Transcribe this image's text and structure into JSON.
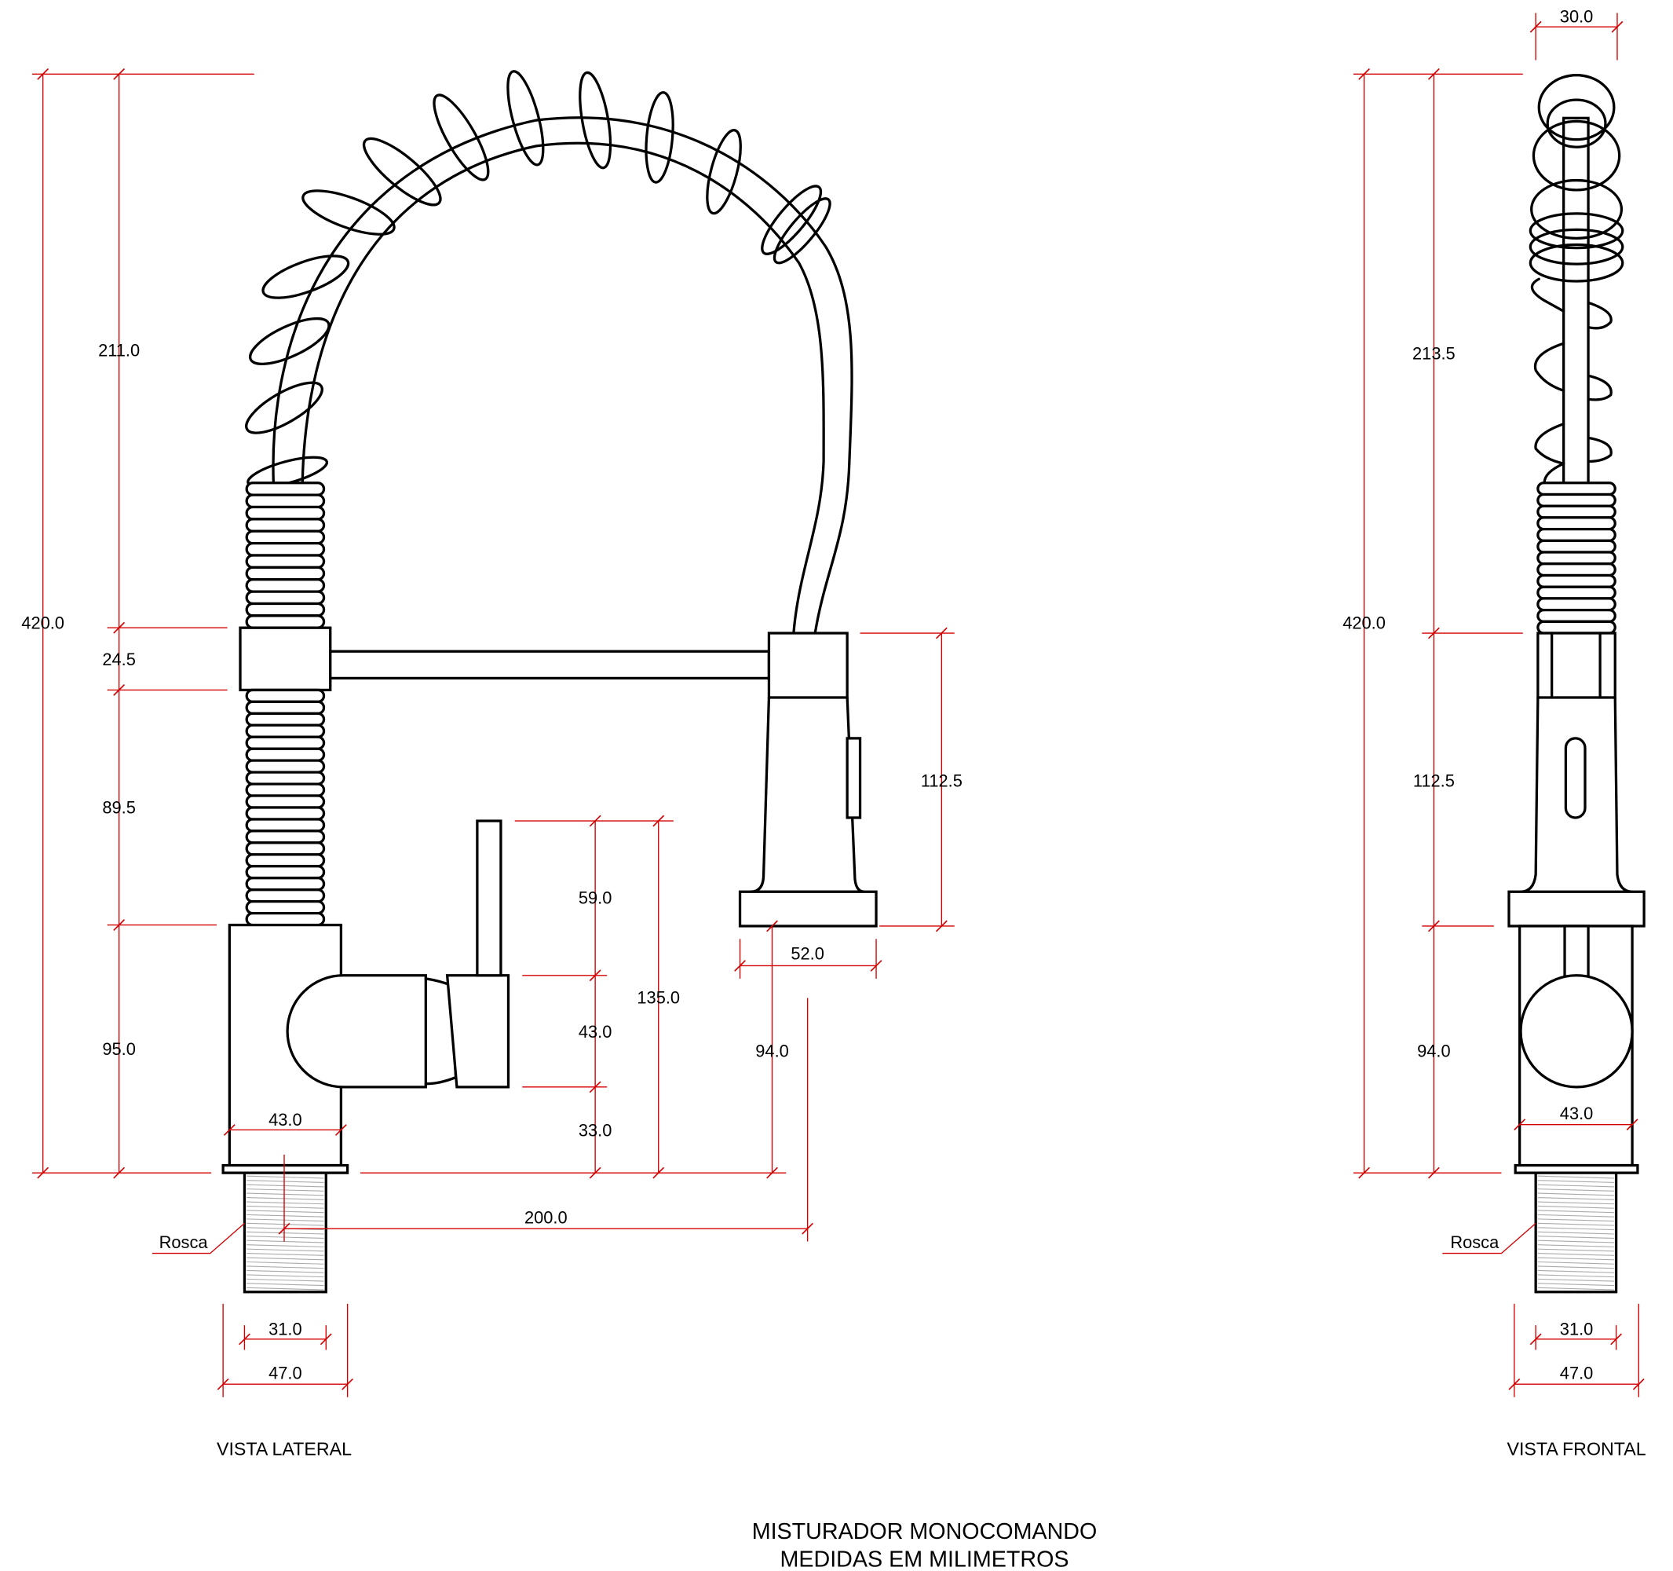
{
  "title": {
    "line1": "MISTURADOR MONOCOMANDO",
    "line2": "MEDIDAS EM MILIMETROS"
  },
  "lateral_view": {
    "label": "VISTA LATERAL",
    "thread_label": "Rosca",
    "dims": {
      "total_height": "420.0",
      "upper_height": "211.0",
      "collar": "24.5",
      "mid_height": "89.5",
      "base_height": "95.0",
      "lever_top": "59.0",
      "lever_mid": "43.0",
      "lever_bottom": "33.0",
      "lever_total": "135.0",
      "spray_height": "112.5",
      "spray_width": "52.0",
      "spray_clearance": "94.0",
      "reach": "200.0",
      "body_width": "43.0",
      "thread_width": "31.0",
      "base_width": "47.0"
    }
  },
  "frontal_view": {
    "label": "VISTA FRONTAL",
    "thread_label": "Rosca",
    "dims": {
      "top_width": "30.0",
      "total_height": "420.0",
      "upper_height": "213.5",
      "spray_height": "112.5",
      "base_height": "94.0",
      "body_width": "43.0",
      "thread_width": "31.0",
      "base_width": "47.0"
    }
  },
  "colors": {
    "dimension": "#d40000",
    "outline": "#000000"
  }
}
